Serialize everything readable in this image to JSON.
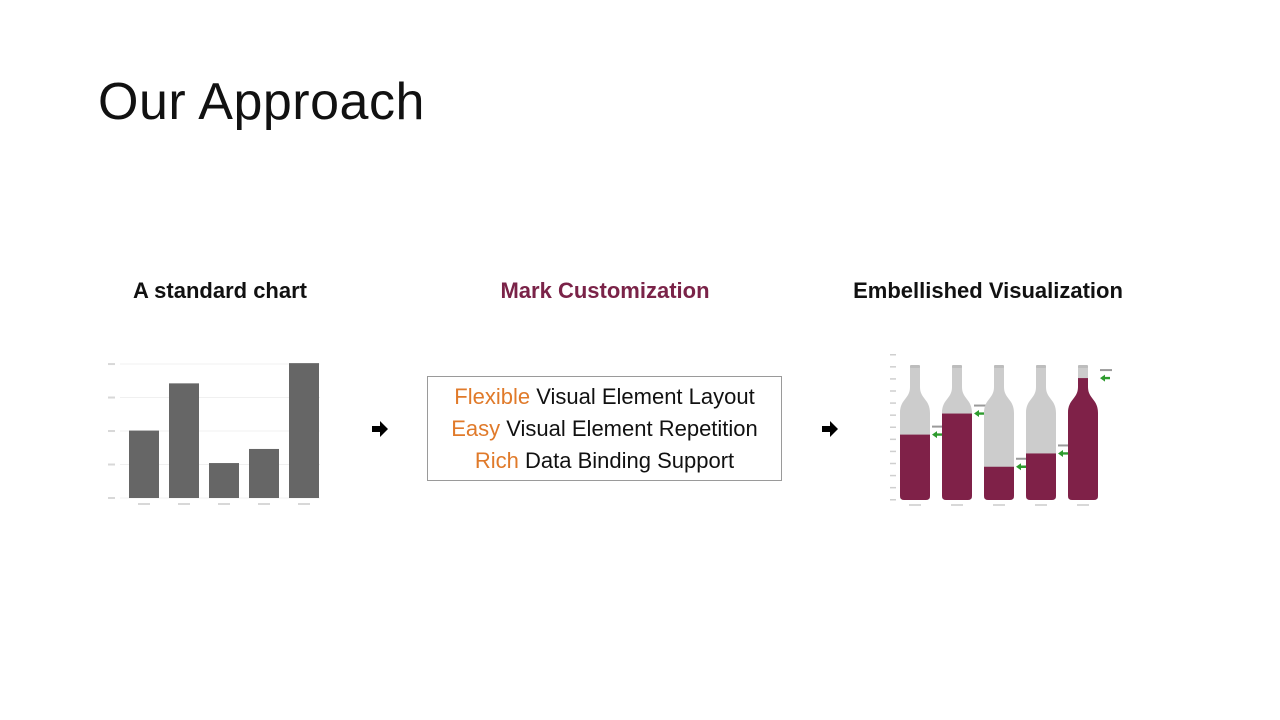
{
  "slide": {
    "title": "Our Approach"
  },
  "columns": {
    "left_title": "A standard chart",
    "mid_title": "Mark Customization",
    "right_title": "Embellished Visualization"
  },
  "features": [
    {
      "keyword": "Flexible",
      "rest": " Visual Element Layout"
    },
    {
      "keyword": "Easy",
      "rest": " Visual Element Repetition"
    },
    {
      "keyword": "Rich",
      "rest": " Data Binding Support"
    }
  ],
  "colors": {
    "title_accent": "#7a2348",
    "keyword": "#e07a2a",
    "bar": "#666666",
    "wine": "#7f2148",
    "bottle_empty": "#cccccc",
    "arrow_marker": "#2e9b2e"
  },
  "chart_data": [
    {
      "type": "bar",
      "categories": [
        "",
        "",
        "",
        "",
        ""
      ],
      "values": [
        110,
        187,
        57,
        80,
        220
      ],
      "ylim": [
        0,
        230
      ],
      "grid": true
    },
    {
      "type": "bar",
      "categories": [
        "",
        "",
        "",
        "",
        ""
      ],
      "values": [
        11.8,
        15.6,
        6.0,
        8.4,
        22.0
      ],
      "ylim": [
        0,
        24
      ],
      "grid": false,
      "value_labels": [
        "",
        "",
        "",
        "",
        ""
      ]
    }
  ]
}
